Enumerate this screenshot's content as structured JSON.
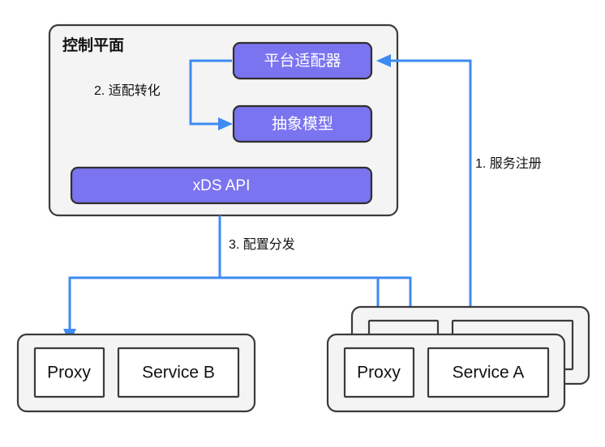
{
  "diagram": {
    "title": "控制平面",
    "background_color": "#ffffff",
    "accent_color": "#7b74f0",
    "edge_color": "#3d8bf2",
    "border_color": "#3b3b3b",
    "group_fill": "#f4f4f4"
  },
  "control_plane": {
    "heading": "控制平面",
    "nodes": [
      {
        "id": "platform-adapter",
        "label": "平台适配器",
        "style": "accent"
      },
      {
        "id": "abstract-model",
        "label": "抽象模型",
        "style": "accent"
      },
      {
        "id": "xds-api",
        "label": "xDS API",
        "style": "accent"
      }
    ]
  },
  "data_plane": {
    "pods": [
      {
        "id": "pod-service-b",
        "stacked": false,
        "children": [
          {
            "id": "proxy-b",
            "label": "Proxy"
          },
          {
            "id": "service-b",
            "label": "Service B"
          }
        ]
      },
      {
        "id": "pod-service-a",
        "stacked": true,
        "children": [
          {
            "id": "proxy-a",
            "label": "Proxy"
          },
          {
            "id": "service-a",
            "label": "Service A"
          }
        ]
      }
    ]
  },
  "edges": [
    {
      "id": "edge-service-registration",
      "label": "1. 服务注册",
      "from": "pod-service-a",
      "to": "platform-adapter"
    },
    {
      "id": "edge-adapt-transform",
      "label": "2. 适配转化",
      "from": "platform-adapter",
      "to": "abstract-model"
    },
    {
      "id": "edge-config-distribution",
      "label": "3. 配置分发",
      "from": "xds-api",
      "to": "proxy-b, proxy-a"
    }
  ]
}
